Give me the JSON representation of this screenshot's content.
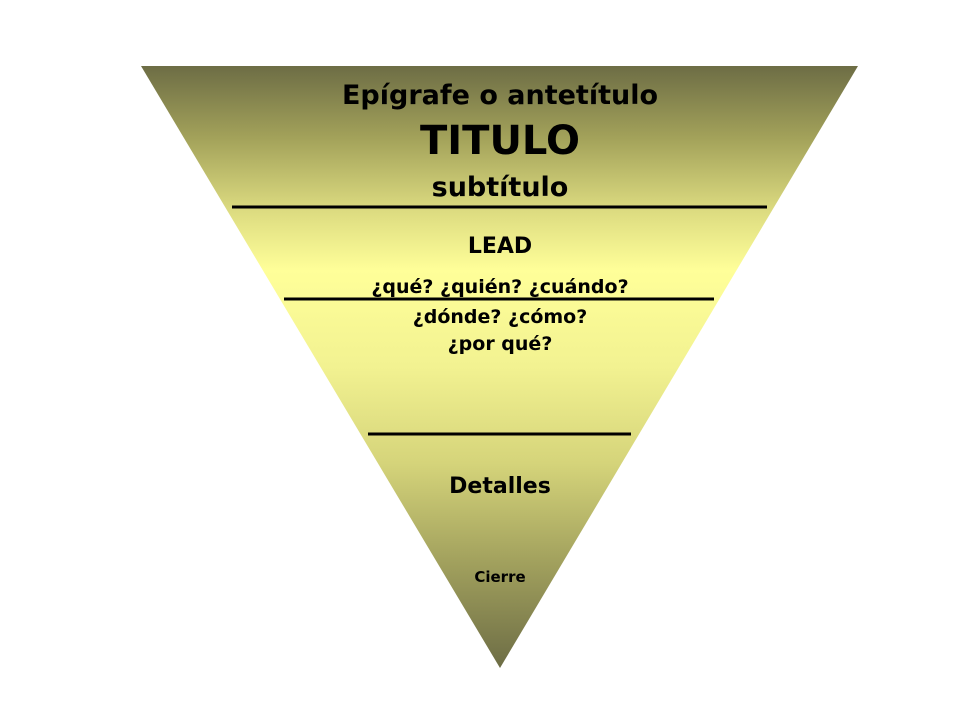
{
  "diagram": {
    "epigrafe": "Epígrafe o antetítulo",
    "titulo": "TITULO",
    "subtitulo": "subtítulo",
    "lead": "LEAD",
    "lead_q1": "¿qué? ¿quién? ¿cuándo?",
    "lead_q2": "¿dónde? ¿cómo?",
    "lead_q3": "¿por qué?",
    "detalles": "Detalles",
    "cierre": "Cierre"
  },
  "colors": {
    "edge": "#6d6d45",
    "mid_light": "#ffff99",
    "mid": "#c9c86c",
    "divider": "#000000"
  }
}
